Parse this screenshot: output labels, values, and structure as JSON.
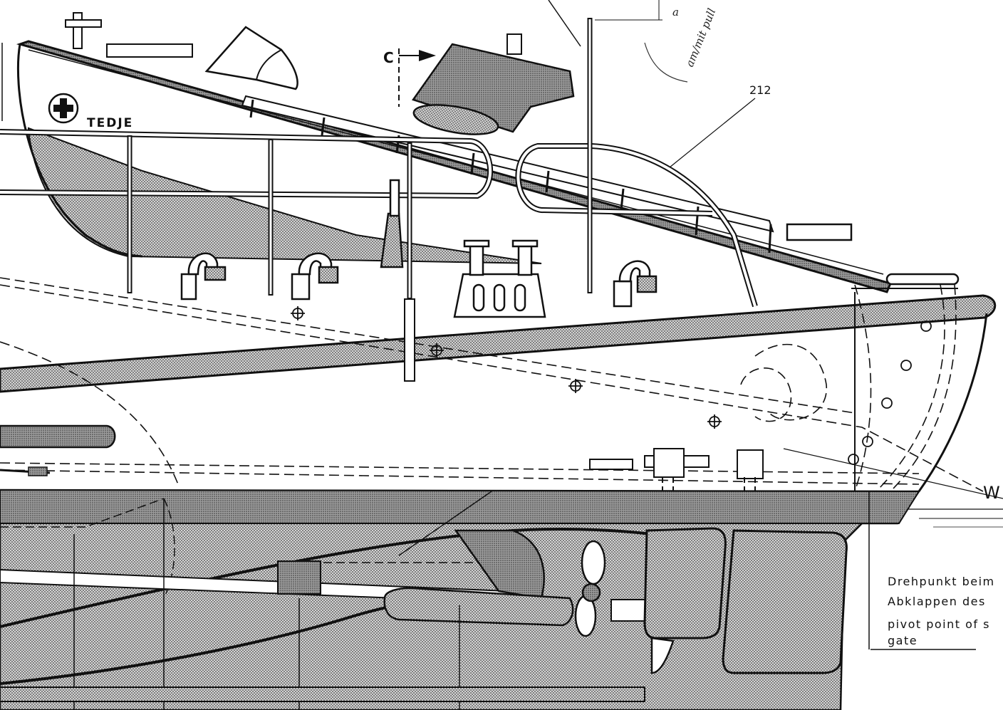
{
  "drawing": {
    "boat_name": "TEDJE",
    "section_marker": "C",
    "part_number": "212",
    "waterline_label": "W",
    "handwritten_note": "am/mit pull",
    "handwritten_ref": "a",
    "pivot_note": {
      "line1": "Drehpunkt  beim",
      "line2": "Abklappen des",
      "line3": "pivot  point  of  s",
      "line4": "gate"
    }
  },
  "colors": {
    "ink": "#111111",
    "hatch_fill": "#9a9a9a",
    "hull_fill": "#b4b4b4",
    "paper": "#ffffff"
  },
  "icons": [
    "cross-emblem-icon",
    "propeller-icon",
    "arrow-right-icon"
  ]
}
